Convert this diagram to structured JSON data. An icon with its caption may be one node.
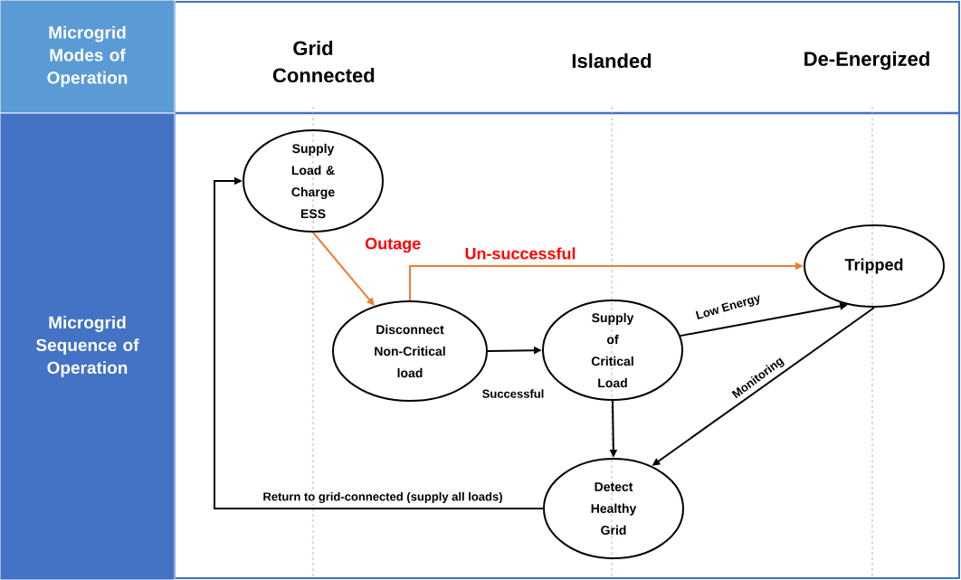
{
  "diagram": {
    "nodes": [
      {
        "text": [
          "Microgrid Modes of Operation"
        ]
      },
      {
        "text": [
          "Microgrid Sequence of Operation"
        ]
      },
      {
        "text": [
          "Supply Load & Charge ESS"
        ]
      },
      {
        "text": [
          "Disconnect Non-Critical load"
        ]
      },
      {
        "text": [
          "Supply of Critical Load"
        ]
      },
      {
        "text": [
          "Tripped"
        ]
      },
      {
        "text": [
          "Detect Healthy Grid"
        ]
      }
    ],
    "edges": [
      {
        "from": 2,
        "to": 3,
        "arrow": "to",
        "label": "Outage",
        "color": "#ed7d31"
      },
      {
        "from": 3,
        "to": 5,
        "arrow": "to",
        "label": "Un-successful",
        "color": "#ed7d31"
      },
      {
        "from": 3,
        "to": 4,
        "arrow": "to",
        "label": "Successful"
      },
      {
        "from": 4,
        "to": 5,
        "arrow": "to",
        "label": "Low Energy"
      },
      {
        "from": 4,
        "to": 6,
        "arrow": "to"
      },
      {
        "from": 5,
        "to": 6,
        "arrow": "to",
        "label": "Monitoring"
      },
      {
        "from": 6,
        "to": 2,
        "arrow": "to",
        "label": "Return to grid-connected (supply all loads)"
      }
    ],
    "labels": [
      "Grid Connected",
      "Islanded",
      "De-Energized"
    ]
  }
}
